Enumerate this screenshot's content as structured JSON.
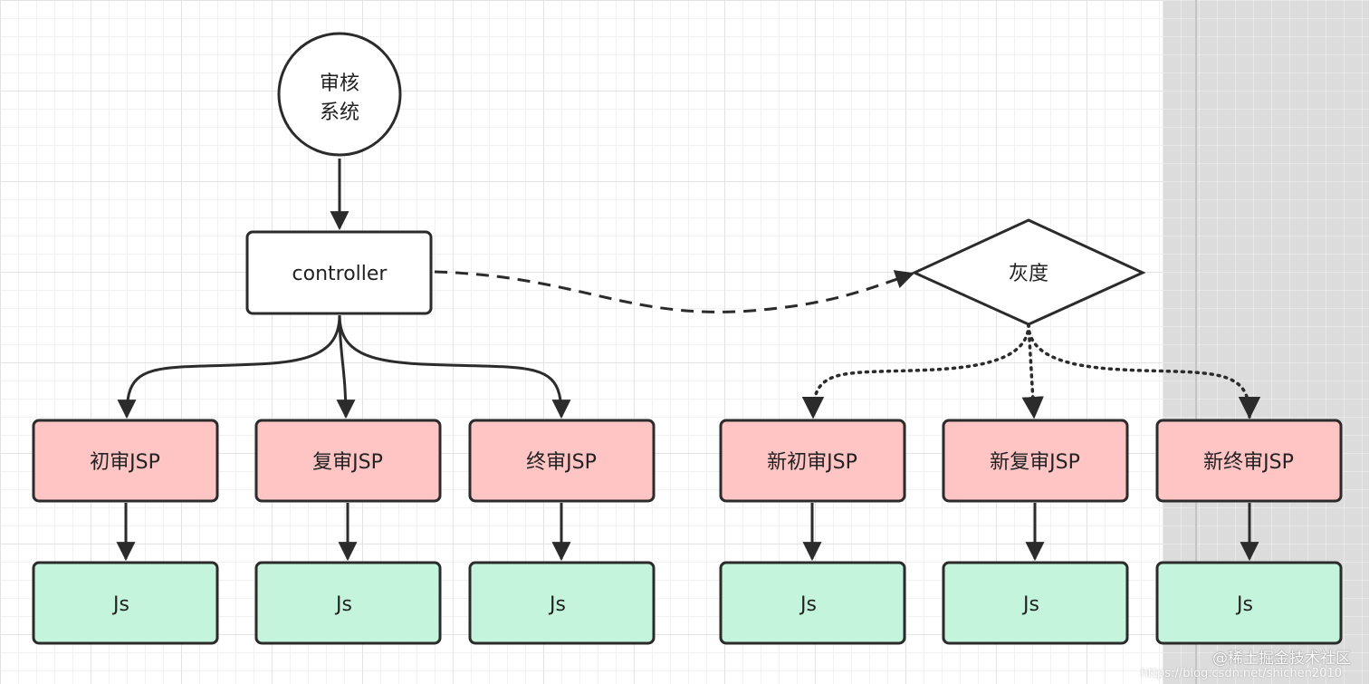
{
  "colors": {
    "stroke": "#2b2b2b",
    "jsp_fill": "#ffc4c4",
    "js_fill": "#c4f5dc",
    "plain_fill": "#ffffff"
  },
  "nodes": {
    "start": {
      "line1": "审核",
      "line2": "系统"
    },
    "controller": {
      "label": "controller"
    },
    "gray": {
      "label": "灰度"
    },
    "old_jsp": [
      {
        "label": "初审JSP"
      },
      {
        "label": "复审JSP"
      },
      {
        "label": "终审JSP"
      }
    ],
    "new_jsp": [
      {
        "label": "新初审JSP"
      },
      {
        "label": "新复审JSP"
      },
      {
        "label": "新终审JSP"
      }
    ],
    "old_js": [
      {
        "label": "Js"
      },
      {
        "label": "Js"
      },
      {
        "label": "Js"
      }
    ],
    "new_js": [
      {
        "label": "Js"
      },
      {
        "label": "Js"
      },
      {
        "label": "Js"
      }
    ]
  },
  "watermark": {
    "text": "@稀土掘金技术社区",
    "url": "https://blog.csdn.net/shichen2010"
  }
}
